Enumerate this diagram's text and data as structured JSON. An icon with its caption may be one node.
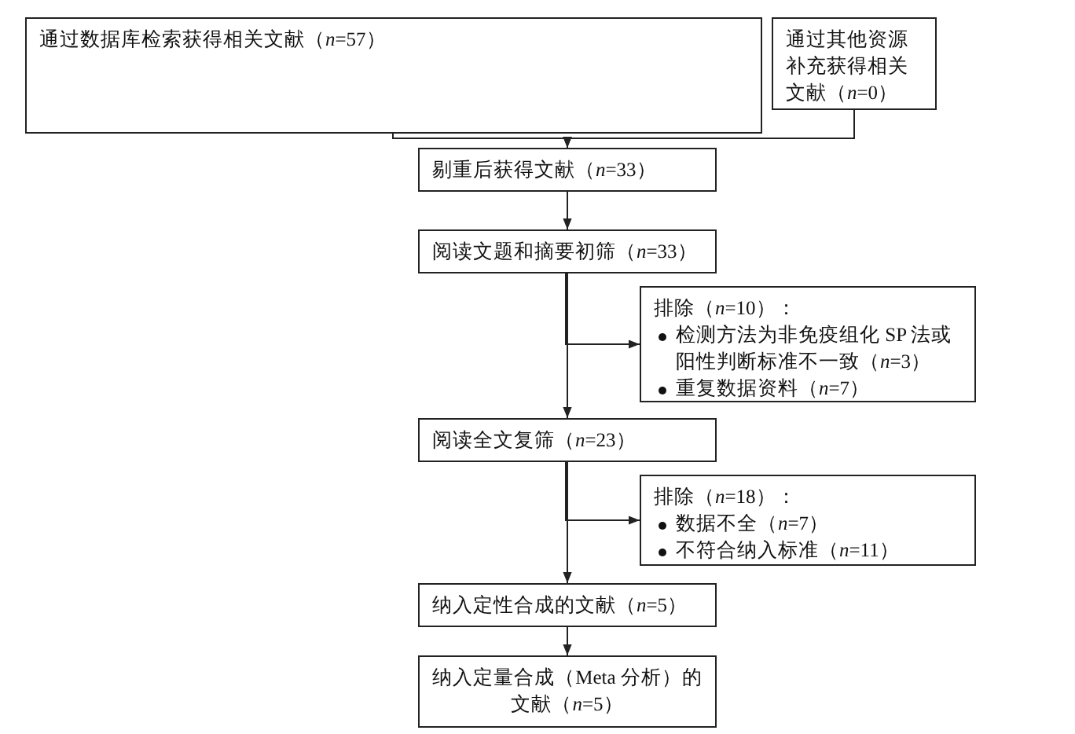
{
  "diagram": {
    "nodes": [
      {
        "text": [
          "通过数据库检索获得相关文献（*n*=57）"
        ]
      },
      {
        "text": [
          "通过其他资源补充获得相关文献（*n*=0）"
        ]
      },
      {
        "text": [
          "剔重后获得文献（*n*=33）"
        ]
      },
      {
        "text": [
          "阅读文题和摘要初筛（*n*=33）"
        ]
      },
      {
        "text": [
          "排除（*n*=10）：",
          "检测方法为非免疫组化 SP 法或阳性判断标准不一致（*n*=3）",
          "重复数据资料（*n*=7）"
        ]
      },
      {
        "text": [
          "阅读全文复筛（*n*=23）"
        ]
      },
      {
        "text": [
          "排除（*n*=18）：",
          "数据不全（*n*=7）",
          "不符合纳入标准（*n*=11）"
        ]
      },
      {
        "text": [
          "纳入定性合成的文献（*n*=5）"
        ]
      },
      {
        "text": [
          "纳入定量合成（Meta 分析）的文献（*n*=5）"
        ]
      }
    ],
    "edges": [
      {
        "from": 0,
        "to": 2,
        "arrow": "to"
      },
      {
        "from": 1,
        "to": 2,
        "arrow": "to"
      },
      {
        "from": 2,
        "to": 3,
        "arrow": "to"
      },
      {
        "from": 3,
        "to": 5,
        "arrow": "to"
      },
      {
        "from": 3,
        "to": 4,
        "arrow": "to"
      },
      {
        "from": 5,
        "to": 7,
        "arrow": "to"
      },
      {
        "from": 5,
        "to": 6,
        "arrow": "to"
      },
      {
        "from": 7,
        "to": 8,
        "arrow": "to"
      }
    ]
  }
}
